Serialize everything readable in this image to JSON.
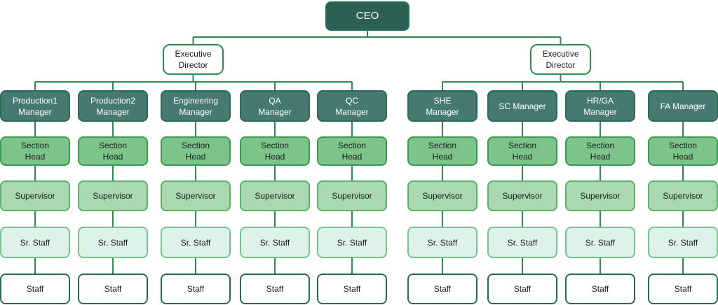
{
  "colors": {
    "line": "#2f8a4f",
    "ceo_fill": "#2e5f55",
    "manager_fill": "#467a70",
    "section_fill": "#7dc48a",
    "supervisor_fill": "#a9d9b0",
    "sr_staff_fill": "#dff2ea",
    "staff_fill": "#ffffff"
  },
  "org": {
    "ceo": "CEO",
    "executive_directors": [
      {
        "label": "Executive\nDirector",
        "departments": [
          {
            "manager": "Production1\nManager",
            "levels": [
              "Section\nHead",
              "Supervisor",
              "Sr. Staff",
              "Staff"
            ]
          },
          {
            "manager": "Production2\nManager",
            "levels": [
              "Section\nHead",
              "Supervisor",
              "Sr. Staff",
              "Staff"
            ]
          },
          {
            "manager": "Engineering\nManager",
            "levels": [
              "Section\nHead",
              "Supervisor",
              "Sr. Staff",
              "Staff"
            ]
          },
          {
            "manager": "QA\nManager",
            "levels": [
              "Section\nHead",
              "Supervisor",
              "Sr. Staff",
              "Staff"
            ]
          },
          {
            "manager": "QC\nManager",
            "levels": [
              "Section\nHead",
              "Supervisor",
              "Sr. Staff",
              "Staff"
            ]
          }
        ]
      },
      {
        "label": "Executive\nDirector",
        "departments": [
          {
            "manager": "SHE\nManager",
            "levels": [
              "Section\nHead",
              "Supervisor",
              "Sr. Staff",
              "Staff"
            ]
          },
          {
            "manager": "SC Manager",
            "levels": [
              "Section\nHead",
              "Supervisor",
              "Sr. Staff",
              "Staff"
            ]
          },
          {
            "manager": "HR/GA\nManager",
            "levels": [
              "Section\nHead",
              "Supervisor",
              "Sr. Staff",
              "Staff"
            ]
          },
          {
            "manager": "FA Manager",
            "levels": [
              "Section\nHead",
              "Supervisor",
              "Sr. Staff",
              "Staff"
            ]
          }
        ]
      }
    ]
  }
}
